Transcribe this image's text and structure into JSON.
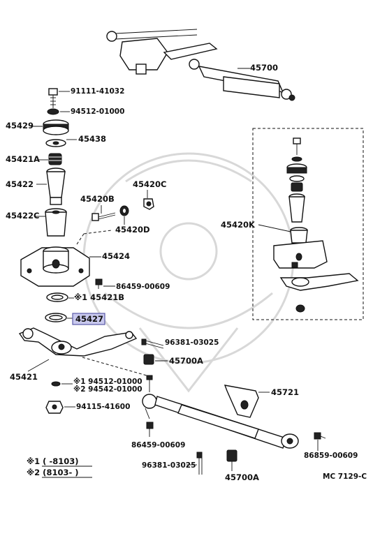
{
  "labels": {
    "p45700": "45700",
    "p91111": "91111-41032",
    "p94512a": "94512-01000",
    "p45429": "45429",
    "p45438": "45438",
    "p45421A": "45421A",
    "p45422": "45422",
    "p45420B": "45420B",
    "p45420C": "45420C",
    "p45420D": "45420D",
    "p45422C": "45422C",
    "p45420K": "45420K",
    "p45424": "45424",
    "p86459a": "86459-00609",
    "p45421B": "※1 45421B",
    "p45427": "45427",
    "p96381a": "96381-03025",
    "p45700A_top": "45700A",
    "p45421": "45421",
    "p94512b": "※1 94512-01000",
    "p94542": "※2 94542-01000",
    "p94115": "94115-41600",
    "p45721": "45721",
    "p86459b": "86459-00609",
    "p86859": "86859-00609",
    "p96381b": "96381-03025",
    "p45700A_bot": "45700A",
    "legend1": "※1 (      -8103)",
    "legend2": "※2 (8103-      )",
    "catalog": "MC  7129-C"
  },
  "highlight_color": "#c9c9ee"
}
